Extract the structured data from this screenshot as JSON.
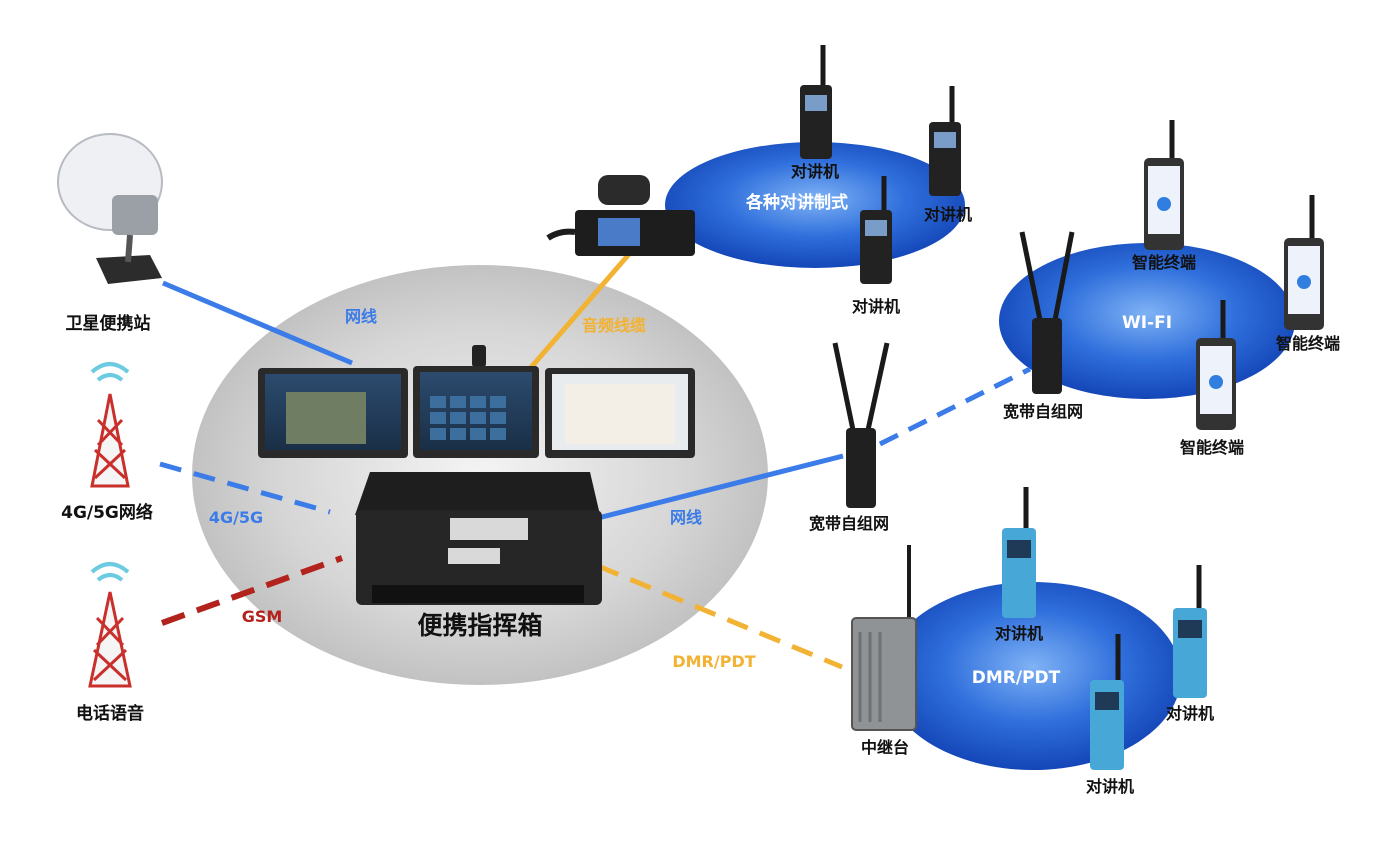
{
  "colors": {
    "blue_link": "#3b7ce8",
    "orange_link": "#f2b233",
    "red_link": "#b3231d",
    "ellipse_blue": "#1f5ed0",
    "center_gray": "#cfcfcf",
    "text_dark": "#111111",
    "text_white": "#ffffff"
  },
  "center": {
    "name": "便携指挥箱",
    "icon": "portable-command-box-icon"
  },
  "devices": {
    "satellite": "卫星便携站",
    "network_4g5g": "4G/5G网络",
    "phone_voice": "电话语音",
    "broadband_mesh": "宽带自组网",
    "broadband_mesh_wifi": "宽带自组网",
    "repeater": "中继台"
  },
  "links": {
    "satellite_net": "网线",
    "cellular": "4G/5G",
    "gsm": "GSM",
    "audio_cable": "音频线缆",
    "mesh_net": "网线",
    "dmr_pdt": "DMR/PDT"
  },
  "groups": {
    "intercom_systems": {
      "title": "各种对讲制式",
      "labels": [
        "对讲机",
        "对讲机",
        "对讲机"
      ]
    },
    "wifi": {
      "title": "WI-FI",
      "labels": [
        "智能终端",
        "智能终端",
        "智能终端"
      ]
    },
    "dmr": {
      "title": "DMR/PDT",
      "labels": [
        "对讲机",
        "对讲机",
        "对讲机"
      ]
    }
  }
}
